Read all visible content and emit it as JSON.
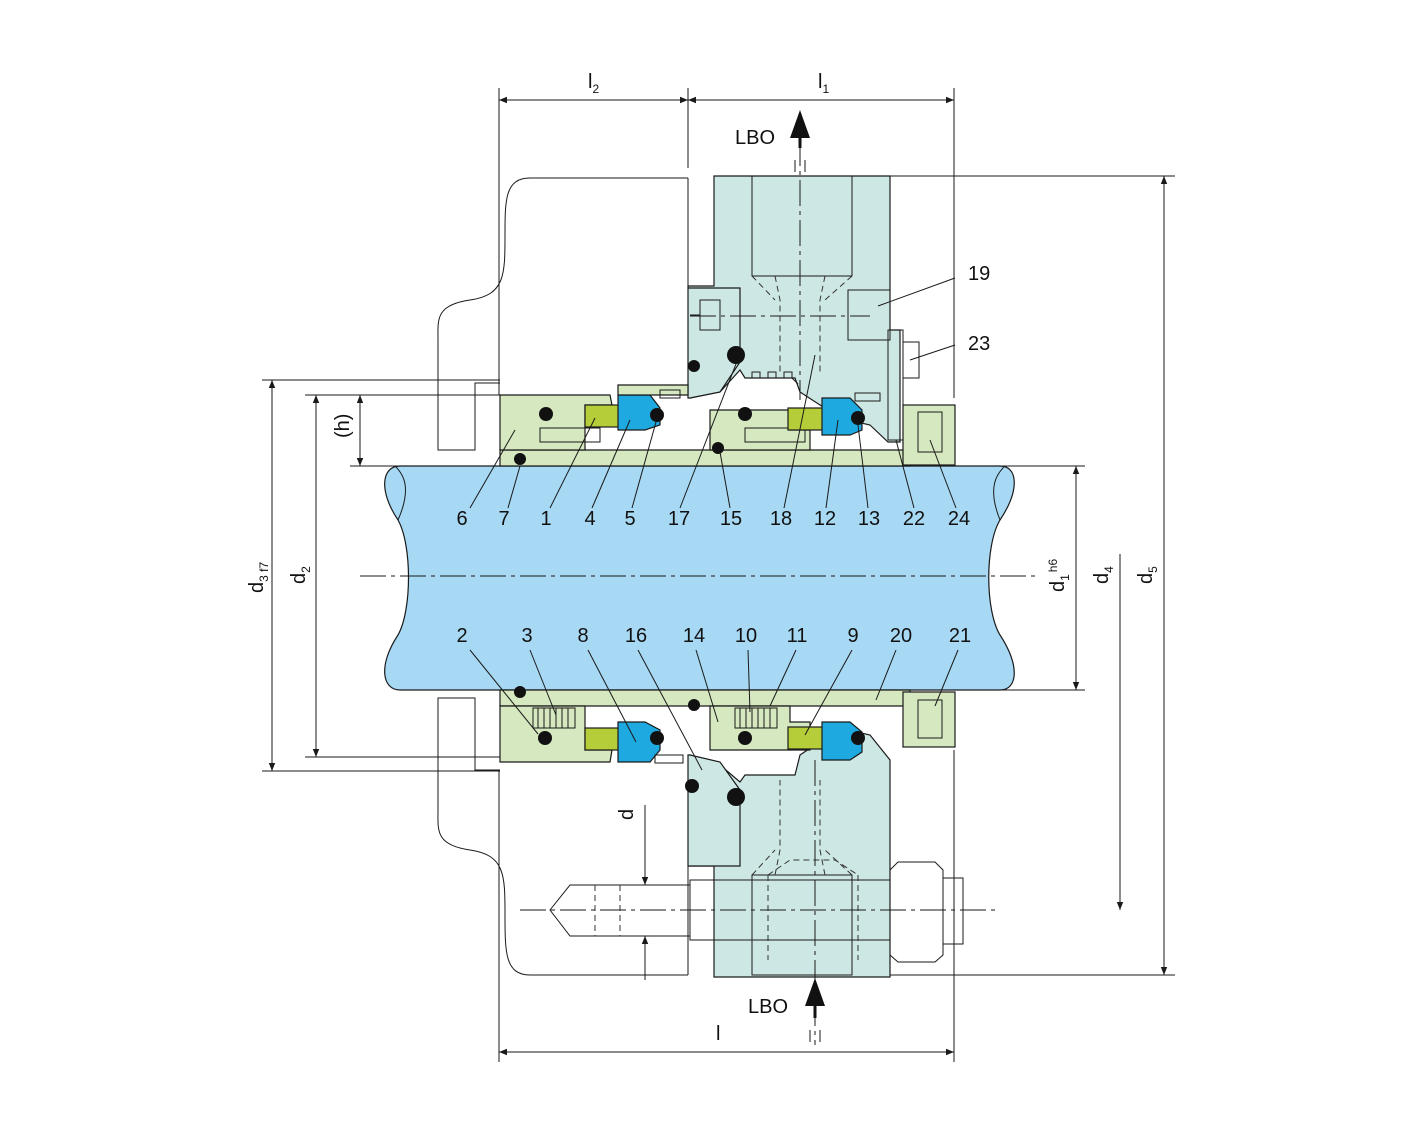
{
  "colors": {
    "housing": "#cde8e4",
    "seal_face": "#1ea9e0",
    "shaft": "#a7d8f4",
    "seal_body": "#d6e8bf",
    "seat_ring": "#b6cd3a",
    "outline": "#1a1a1a"
  },
  "flow_labels": {
    "top": "LBO",
    "bottom": "LBO"
  },
  "part_numbers_upper": [
    "6",
    "7",
    "1",
    "4",
    "5",
    "17",
    "15",
    "18",
    "12",
    "13",
    "22",
    "24"
  ],
  "part_numbers_lower": [
    "2",
    "3",
    "8",
    "16",
    "14",
    "10",
    "11",
    "9",
    "20",
    "21"
  ],
  "part_numbers_right": [
    "19",
    "23"
  ],
  "dimensions": {
    "l2": {
      "main": "l",
      "sub": "2"
    },
    "l1": {
      "main": "l",
      "sub": "1"
    },
    "l": {
      "main": "l"
    },
    "h": {
      "main": "(h)"
    },
    "d": {
      "main": "d"
    },
    "d3": {
      "main": "d",
      "sub": "3 f7"
    },
    "d2": {
      "main": "d",
      "sub": "2"
    },
    "d1": {
      "main": "d",
      "sub": "1",
      "sup": "h6"
    },
    "d4": {
      "main": "d",
      "sub": "4"
    },
    "d5": {
      "main": "d",
      "sub": "5"
    }
  }
}
